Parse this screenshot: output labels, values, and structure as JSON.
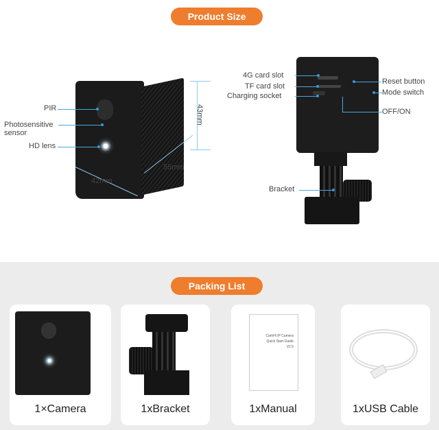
{
  "product_size": {
    "title": "Product Size",
    "front_labels": {
      "pir": "PIR",
      "photosensitive": "Photosensitive",
      "sensor": "sensor",
      "lens": "HD lens"
    },
    "dimensions": {
      "height": "43mm",
      "depth": "55mm",
      "width": "42mm"
    },
    "back_labels": {
      "slot_4g": "4G card slot",
      "tf_slot": "TF card slot",
      "charging": "Charging socket",
      "reset": "Reset button",
      "mode": "Mode switch",
      "power": "OFF/ON",
      "bracket": "Bracket"
    }
  },
  "packing_list": {
    "title": "Packing List",
    "items": [
      {
        "label": "1×Camera"
      },
      {
        "label": "1xBracket"
      },
      {
        "label": "1xManual",
        "doc_title": "CamHi IP Camera",
        "doc_subtitle": "Quick Start Guide",
        "doc_version": "V2.5"
      },
      {
        "label": "1xUSB Cable"
      }
    ]
  }
}
